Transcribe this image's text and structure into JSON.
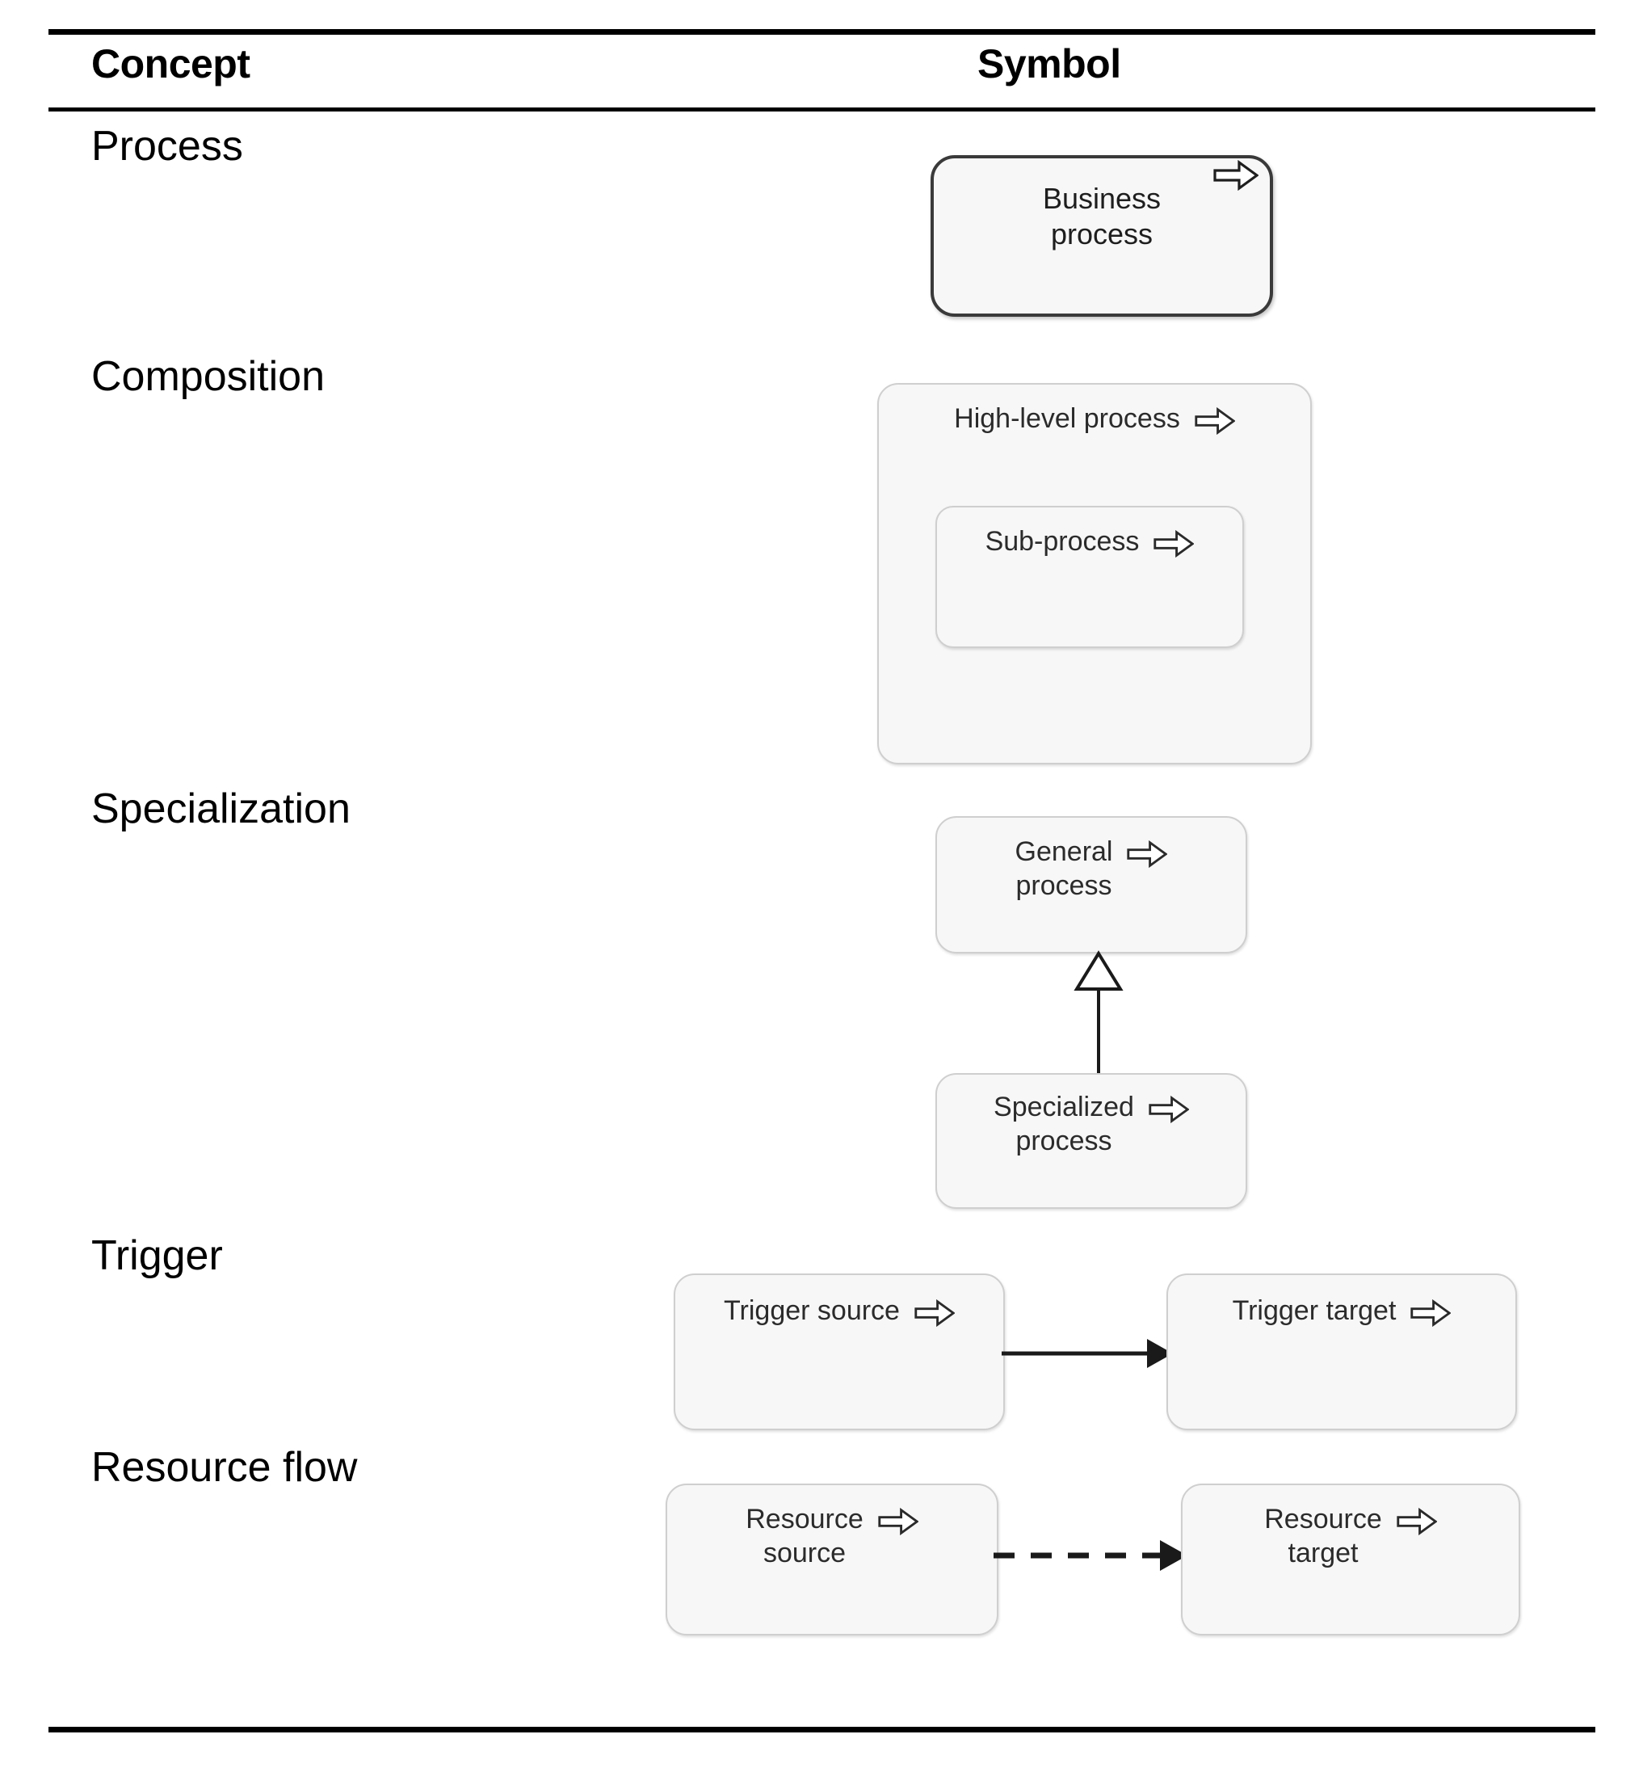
{
  "table": {
    "headers": {
      "concept": "Concept",
      "symbol": "Symbol"
    },
    "rows": [
      {
        "concept": "Process",
        "symbol_kind": "single-process",
        "nodes": [
          {
            "label": "Business\nprocess",
            "icon": "process-arrow-icon"
          }
        ]
      },
      {
        "concept": "Composition",
        "symbol_kind": "nested-process",
        "nodes": [
          {
            "label": "High-level process",
            "icon": "process-arrow-icon"
          },
          {
            "label": "Sub-process",
            "icon": "process-arrow-icon"
          }
        ]
      },
      {
        "concept": "Specialization",
        "symbol_kind": "generalization",
        "nodes": [
          {
            "label": "General\nprocess",
            "icon": "process-arrow-icon"
          },
          {
            "label": "Specialized\nprocess",
            "icon": "process-arrow-icon"
          }
        ],
        "connector": "hollow-triangle-arrow-up"
      },
      {
        "concept": "Trigger",
        "symbol_kind": "flow",
        "nodes": [
          {
            "label": "Trigger source",
            "icon": "process-arrow-icon"
          },
          {
            "label": "Trigger target",
            "icon": "process-arrow-icon"
          }
        ],
        "connector": "solid-arrow-right"
      },
      {
        "concept": "Resource flow",
        "symbol_kind": "flow",
        "nodes": [
          {
            "label": "Resource\nsource",
            "icon": "process-arrow-icon"
          },
          {
            "label": "Resource\ntarget",
            "icon": "process-arrow-icon"
          }
        ],
        "connector": "dashed-arrow-right"
      }
    ]
  },
  "colors": {
    "rule": "#000000",
    "box_fill": "#f7f7f7",
    "box_border_light": "#cfcfcf",
    "box_border_strong": "#3a3a3a",
    "label_text": "#2b2b2b",
    "connector": "#1a1a1a"
  }
}
